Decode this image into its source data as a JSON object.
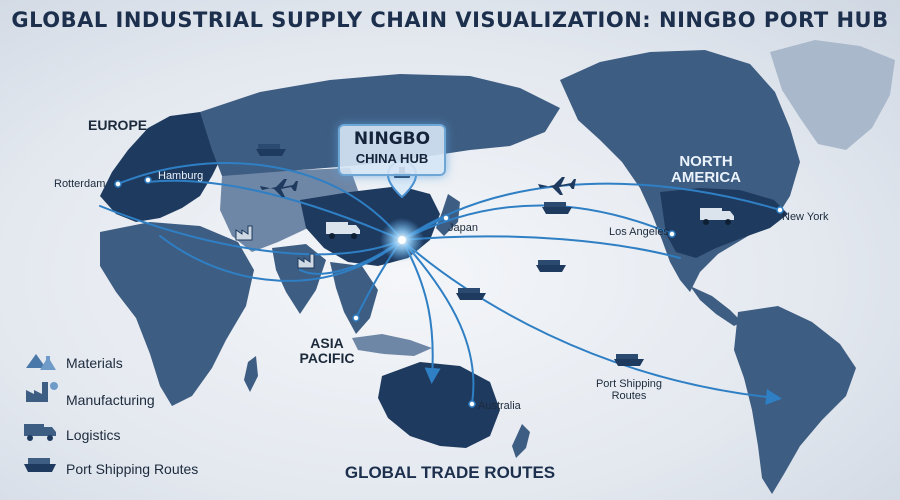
{
  "title": "GLOBAL INDUSTRIAL SUPPLY CHAIN VISUALIZATION: NINGBO PORT HUB",
  "hub": {
    "name": "NINGBO",
    "subtitle": "CHINA HUB"
  },
  "regions": {
    "europe": "EUROPE",
    "north_america": "NORTH AMERICA",
    "asia_pacific": "ASIA PACIFIC"
  },
  "cities": {
    "rotterdam": "Rotterdam",
    "hamburg": "Hamburg",
    "japan": "Japan",
    "los_angeles": "Los Angeles",
    "new_york": "New York",
    "australia": "Australia",
    "port_shipping_routes": "Port Shipping Routes"
  },
  "legend": [
    {
      "icon": "materials-icon",
      "label": "Materials"
    },
    {
      "icon": "manufacturing-icon",
      "label": "Manufacturing"
    },
    {
      "icon": "logistics-icon",
      "label": "Logistics"
    },
    {
      "icon": "ship-icon",
      "label": "Port Shipping Routes"
    }
  ],
  "footer": "GLOBAL TRADE ROUTES",
  "colors": {
    "land_dark": "#1f3a5f",
    "land_mid": "#3e5d82",
    "land_light": "#7f97b3",
    "route": "#2f7fc4",
    "glow": "#5fb0ee"
  }
}
